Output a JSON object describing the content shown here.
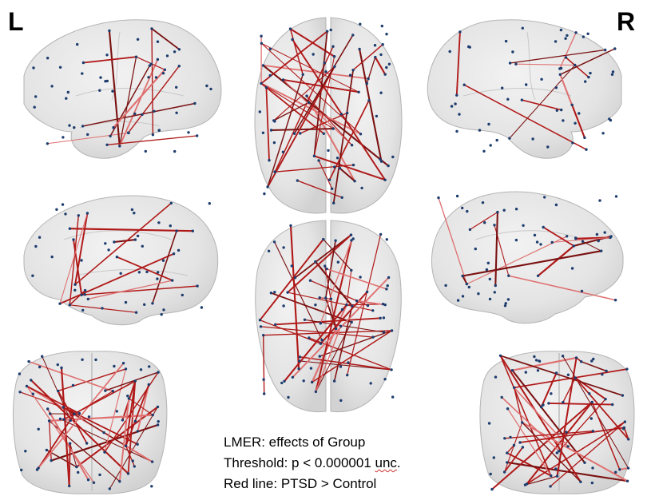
{
  "labels": {
    "left": "L",
    "right": "R"
  },
  "caption": {
    "line1": "LMER: effects of Group",
    "line2_prefix": "Threshold: p < 0.000001 ",
    "line2_flagged": "unc",
    "line2_suffix": ".",
    "line3": "Red line: PTSD > Control"
  },
  "colors": {
    "brain_fill": "#e6e6e6",
    "brain_edge": "#b4b4b4",
    "node": "#1c3c6e",
    "edge_strong": "#b01818",
    "edge_light": "#e07070",
    "edge_dark": "#7a1010"
  }
}
